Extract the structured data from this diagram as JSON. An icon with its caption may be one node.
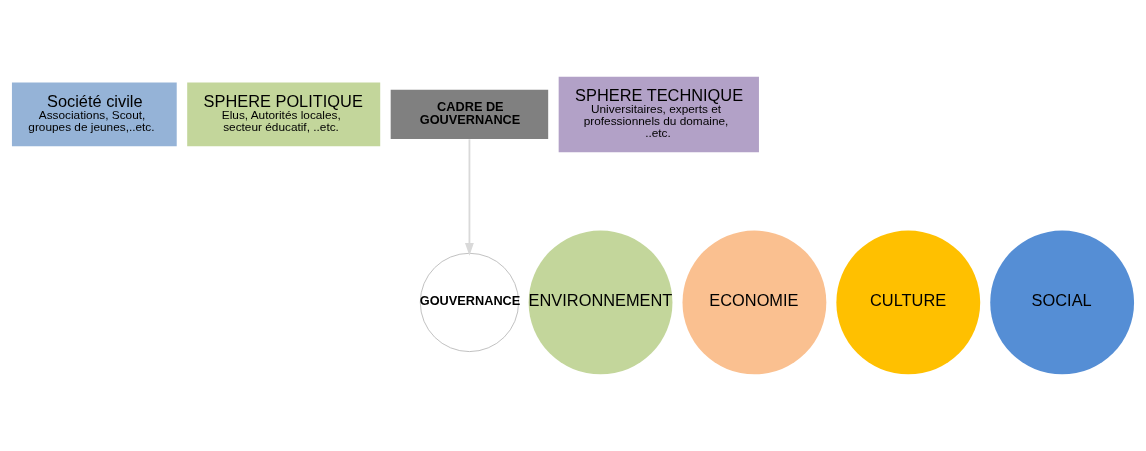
{
  "diagram": {
    "nodes": [
      {
        "text": [
          "Société civile",
          "Associations, Scout, groupes de jeunes,..etc."
        ]
      },
      {
        "text": [
          "SPHERE POLITIQUE",
          "Elus, Autorités locales, secteur éducatif, ..etc."
        ]
      },
      {
        "text": [
          "CADRE DE GOUVERNANCE"
        ]
      },
      {
        "text": [
          "SPHERE TECHNIQUE",
          "Universitaires, experts et professionnels du domaine, ..etc."
        ]
      },
      {
        "text": [
          "ENVIRONNEMENT"
        ]
      },
      {
        "text": [
          "ECONOMIE"
        ]
      },
      {
        "text": [
          "GOUVERNANCE"
        ]
      },
      {
        "text": [
          "CULTURE"
        ]
      },
      {
        "text": [
          "SOCIAL"
        ]
      }
    ],
    "edges": [
      {
        "from": 2,
        "to": 6,
        "arrow": "to",
        "color": "#d9d9d9"
      }
    ]
  }
}
